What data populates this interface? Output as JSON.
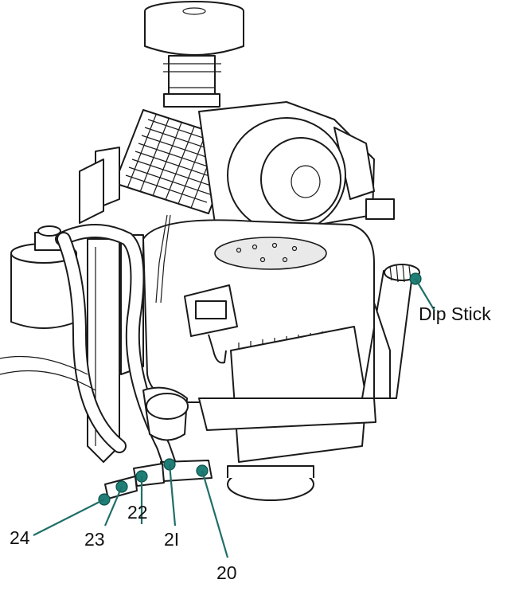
{
  "callouts": {
    "dip_stick": "Dip Stick",
    "c20": "20",
    "c21": "2I",
    "c22": "22",
    "c23": "23",
    "c24": "24"
  },
  "colors": {
    "callout_marker": "#1f7f77",
    "line_art": "#1a1a1a"
  }
}
